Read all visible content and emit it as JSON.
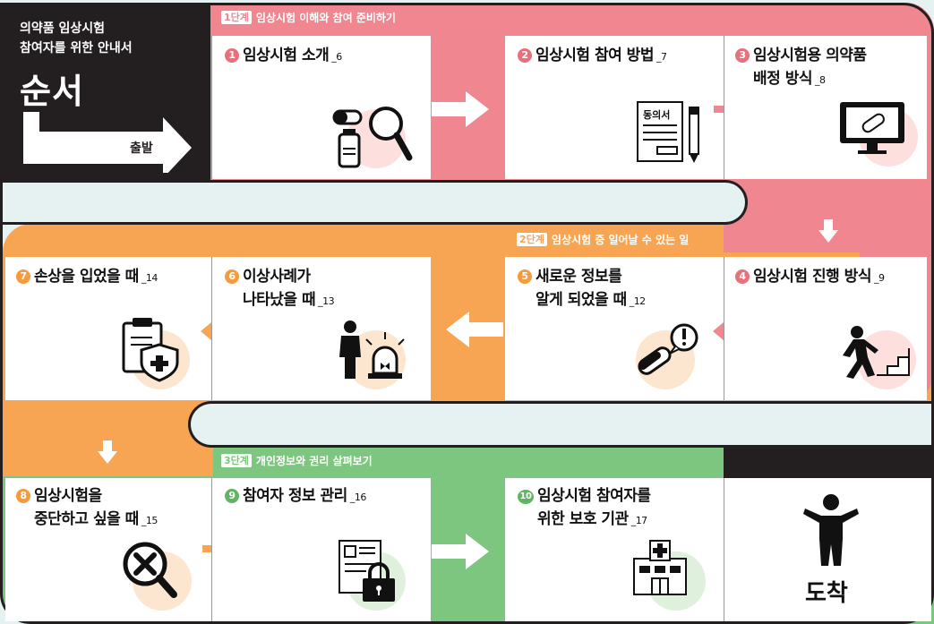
{
  "intro": {
    "line1": "의약품 임상시험",
    "line2": "참여자를 위한 안내서",
    "heading": "순서",
    "start_label": "출발"
  },
  "stages": [
    {
      "badge": "1단계",
      "title": "임상시험 이해와 참여 준비하기",
      "color": "#f08690"
    },
    {
      "badge": "2단계",
      "title": "임상시험 중 일어날 수 있는 일",
      "color": "#f7a553"
    },
    {
      "badge": "3단계",
      "title": "개인정보와 권리 살펴보기",
      "color": "#7dc67f"
    }
  ],
  "steps": [
    {
      "num": "1",
      "line1": "임상시험 소개",
      "line2": "",
      "page": "_6",
      "icon": "pill-magnifier-icon"
    },
    {
      "num": "2",
      "line1": "임상시험 참여 방법",
      "line2": "",
      "page": "_7",
      "icon": "consent-form-icon",
      "doc_label": "동의서"
    },
    {
      "num": "3",
      "line1": "임상시험용 의약품",
      "line2": "배정 방식",
      "page": "_8",
      "icon": "monitor-pill-icon"
    },
    {
      "num": "4",
      "line1": "임상시험 진행 방식",
      "line2": "",
      "page": "_9",
      "icon": "person-stairs-icon"
    },
    {
      "num": "5",
      "line1": "새로운 정보를",
      "line2": "알게 되었을 때",
      "page": "_12",
      "icon": "pill-alert-icon"
    },
    {
      "num": "6",
      "line1": "이상사례가",
      "line2": "나타났을 때",
      "page": "_13",
      "icon": "person-siren-icon"
    },
    {
      "num": "7",
      "line1": "손상을 입었을 때",
      "line2": "",
      "page": "_14",
      "icon": "clipboard-shield-icon"
    },
    {
      "num": "8",
      "line1": "임상시험을",
      "line2": "중단하고 싶을 때",
      "page": "_15",
      "icon": "cancel-magnifier-icon"
    },
    {
      "num": "9",
      "line1": "참여자 정보 관리",
      "line2": "",
      "page": "_16",
      "icon": "document-lock-icon"
    },
    {
      "num": "10",
      "line1": "임상시험 참여자를",
      "line2": "위한 보호 기관",
      "page": "_17",
      "icon": "hospital-icon"
    }
  ],
  "finish_label": "도착",
  "colors": {
    "pink": "#f08690",
    "orange": "#f7a553",
    "green": "#7dc67f",
    "dark": "#231f20",
    "circle_pink": "#fde0de",
    "circle_orange": "#fde6cf",
    "circle_green": "#dff0dc"
  }
}
